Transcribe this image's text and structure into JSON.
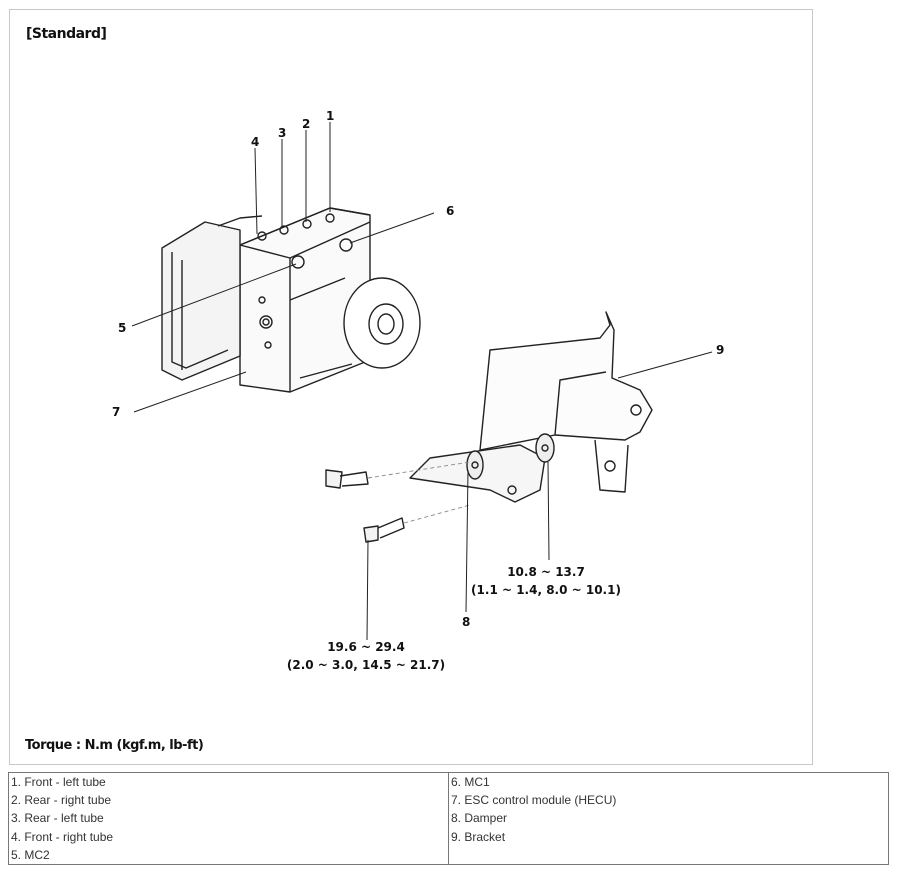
{
  "figure": {
    "title": "[Standard]",
    "torque_note": "Torque : N.m (kgf.m, lb-ft)",
    "callouts": [
      "1",
      "2",
      "3",
      "4",
      "5",
      "6",
      "7",
      "8",
      "9"
    ],
    "torque_specs": {
      "damper_bolt": {
        "line1": "10.8 ~ 13.7",
        "line2": "(1.1 ~ 1.4, 8.0 ~ 10.1)"
      },
      "mount_bolt": {
        "line1": "19.6 ~ 29.4",
        "line2": "(2.0 ~ 3.0, 14.5 ~ 21.7)"
      }
    }
  },
  "legend": {
    "left": [
      "1. Front - left tube",
      "2. Rear - right tube",
      "3. Rear - left tube",
      "4. Front - right tube",
      "5. MC2"
    ],
    "right": [
      "6. MC1",
      "7. ESC control module (HECU)",
      "8. Damper",
      "9. Bracket"
    ]
  }
}
